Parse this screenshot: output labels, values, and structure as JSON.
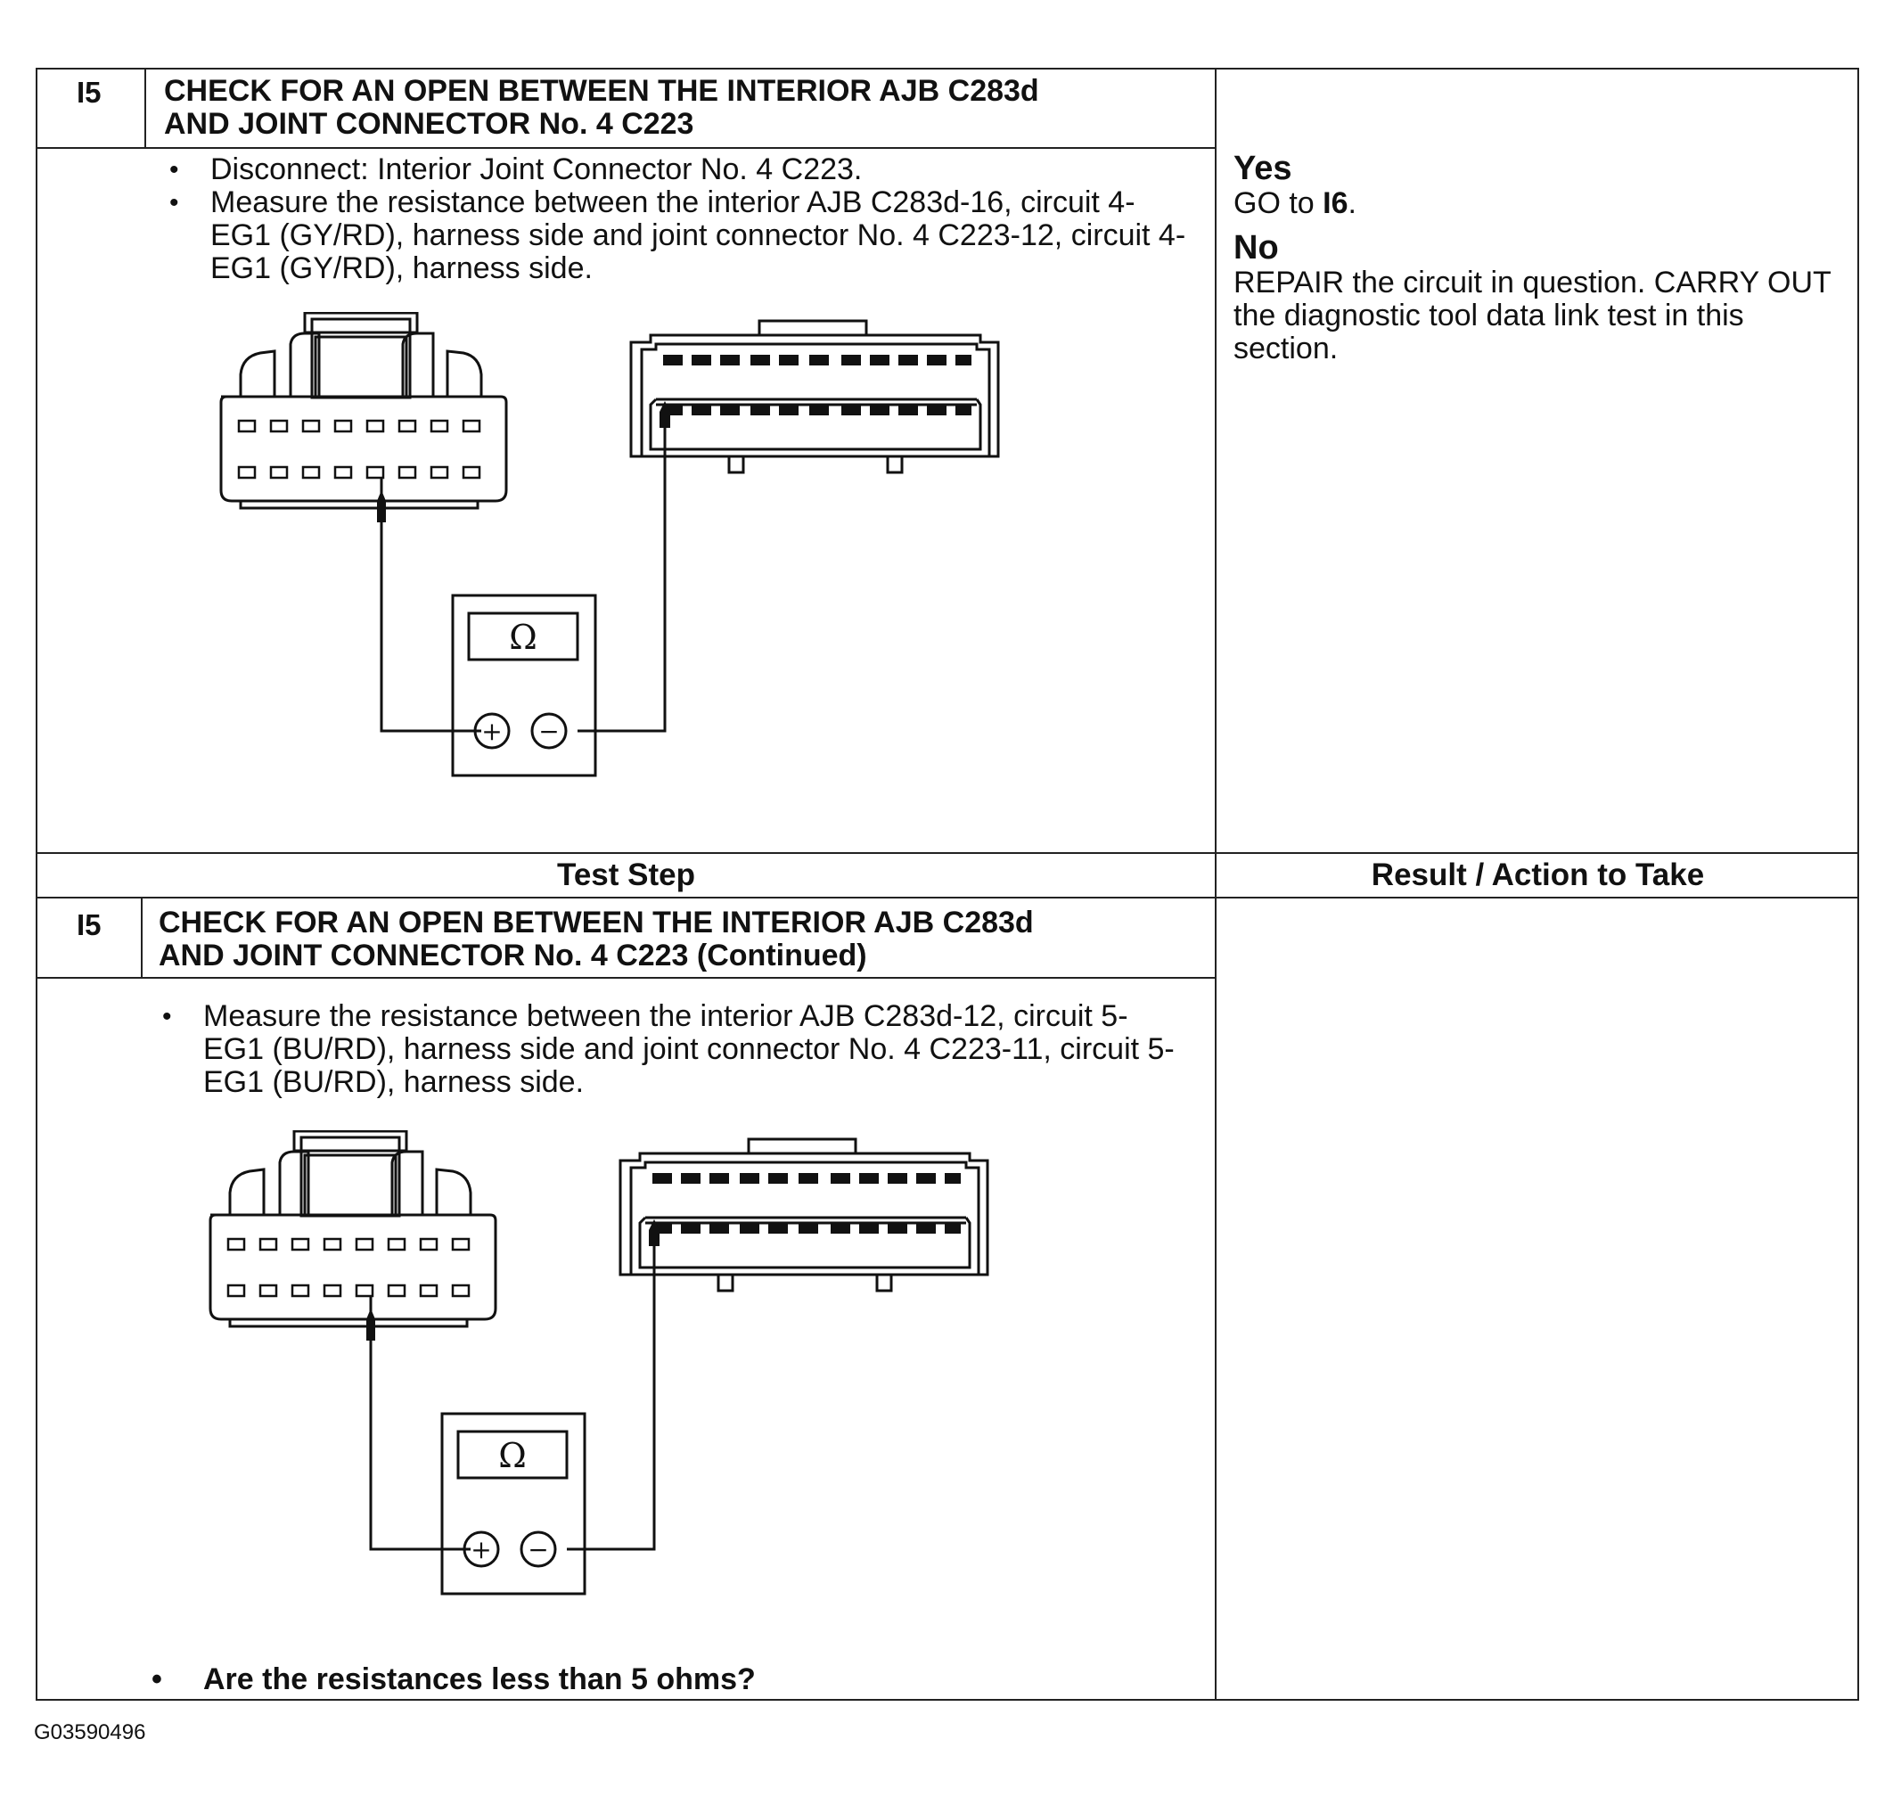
{
  "step_1": {
    "number": "I5",
    "title_line1": "CHECK FOR AN OPEN BETWEEN THE INTERIOR AJB C283d",
    "title_line2": "AND JOINT CONNECTOR No. 4 C223",
    "bullet_1": "Disconnect: Interior Joint Connector No. 4 C223.",
    "bullet_2": "Measure the resistance between the interior AJB C283d-16, circuit 4-EG1 (GY/RD), harness side and joint connector No. 4 C223-12, circuit 4-EG1 (GY/RD), harness side."
  },
  "result_1": {
    "yes_label": "Yes",
    "yes_text_prefix": "GO to ",
    "yes_text_target": "I6",
    "yes_text_suffix": ".",
    "no_label": "No",
    "no_text": "REPAIR the circuit in question. CARRY OUT the diagnostic tool data link test in this section."
  },
  "header": {
    "test_step": "Test Step",
    "result_action": "Result / Action to Take"
  },
  "step_2": {
    "number": "I5",
    "title_line1": "CHECK FOR AN OPEN BETWEEN THE INTERIOR AJB C283d",
    "title_line2": "AND JOINT CONNECTOR No. 4 C223 (Continued)",
    "bullet_1": "Measure the resistance between the interior AJB C283d-12, circuit 5-EG1 (BU/RD), harness side and joint connector No. 4 C223-11, circuit 5-EG1 (BU/RD), harness side.",
    "question": "Are the resistances less than 5 ohms?"
  },
  "meter": {
    "ohm_symbol": "Ω",
    "plus": "+",
    "minus": "−"
  },
  "figure_id": "G03590496"
}
